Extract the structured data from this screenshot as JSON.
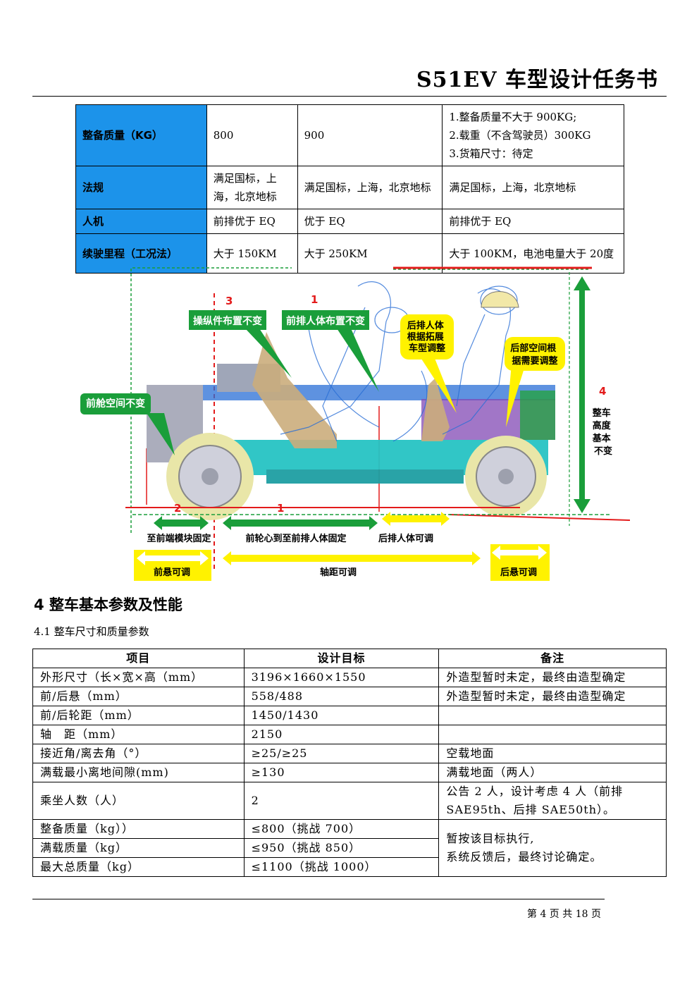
{
  "header": {
    "title": "S51EV 车型设计任务书"
  },
  "top_table": {
    "rows": [
      {
        "label": "整备质量（KG）",
        "c1": "800",
        "c2": "900",
        "note_lines": [
          "1.整备质量不大于 900KG;",
          "2.载重（不含驾驶员）300KG",
          "3.货箱尺寸：待定"
        ]
      },
      {
        "label": "法规",
        "c1": "满足国标，上海，北京地标",
        "c2": "满足国标，上海，北京地标",
        "note_lines": [
          "满足国标，上海，北京地标"
        ]
      },
      {
        "label": "人机",
        "c1": "前排优于 EQ",
        "c2": "优于 EQ",
        "note_lines": [
          "前排优于 EQ"
        ]
      },
      {
        "label": "续驶里程（工况法）",
        "c1": "大于 150KM",
        "c2": "大于 250KM",
        "note_lines": [
          "大于 100KM，电池电量大于 20度"
        ]
      }
    ]
  },
  "diagram": {
    "numbers": {
      "n3": "3",
      "n1_top": "1",
      "n4": "4",
      "n2": "2",
      "n1_bottom": "1"
    },
    "callouts": {
      "control": "操纵件布置不变",
      "front_occupant": "前排人体布置不变",
      "rear_occupant": "后排人体根据拓展车型调整",
      "rear_space": "后部空间根据需要调整",
      "front_cabin": "前舱空间不变",
      "height": "整车高度基本不变"
    },
    "dims": {
      "front_module": "至前端模块固定",
      "wheel_to_front": "前轮心到至前排人体固定",
      "rear_occupant_adj": "后排人体可调",
      "front_overhang": "前悬可调",
      "wheelbase": "轴距可调",
      "rear_overhang": "后悬可调"
    },
    "colors": {
      "green": "#1a9e3a",
      "yellow": "#fff200",
      "blue": "#2a6fd6",
      "cyan": "#27c3c3",
      "red": "#e31b1b"
    }
  },
  "section": {
    "heading": "4  整车基本参数及性能",
    "sub": "4.1 整车尺寸和质量参数"
  },
  "params": {
    "headers": [
      "项目",
      "设计目标",
      "备注"
    ],
    "rows": [
      {
        "item": "外形尺寸（长×宽×高（mm）",
        "target": "3196×1660×1550",
        "note": "外造型暂时未定，最终由造型确定"
      },
      {
        "item": "前/后悬（mm）",
        "target": "558/488",
        "note": "外造型暂时未定，最终由造型确定"
      },
      {
        "item": "前/后轮距（mm）",
        "target": "1450/1430",
        "note": ""
      },
      {
        "item": "轴　距（mm）",
        "target": "2150",
        "note": ""
      },
      {
        "item": "接近角/离去角（°）",
        "target": "≥25/≥25",
        "note": "空载地面"
      },
      {
        "item": "满载最小离地间隙(mm)",
        "target": "≥130",
        "note": "满载地面（两人）"
      },
      {
        "item": "乘坐人数（人）",
        "target": "2",
        "note_lines": [
          "公告 2 人，设计考虑 4 人（前排",
          "SAE95th、后排 SAE50th）。"
        ]
      },
      {
        "item": "整备质量（kg））",
        "target": "≤800（挑战 700）"
      },
      {
        "item": "满载质量（kg）",
        "target": "≤950（挑战 850）"
      },
      {
        "item": "最大总质量（kg）",
        "target": "≤1100（挑战 1000）"
      }
    ],
    "mass_note_lines": [
      "暂按该目标执行,",
      "系统反馈后，最终讨论确定。"
    ]
  },
  "footer": {
    "page": "第 4 页 共 18 页"
  }
}
